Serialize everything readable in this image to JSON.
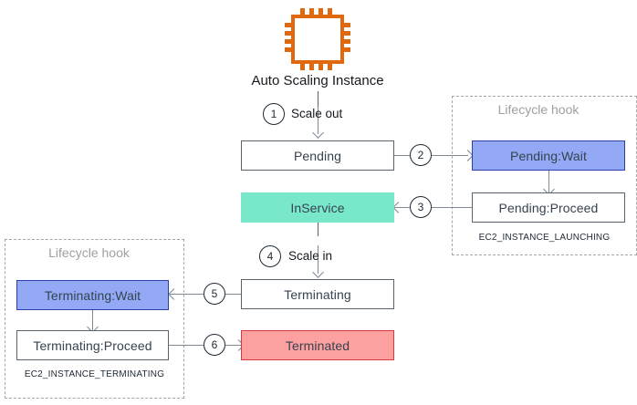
{
  "diagram": {
    "title": "Auto Scaling Instance",
    "icon": "chip-icon",
    "accent_color": "#e0690f",
    "colors": {
      "wait_blue": "#93a9f5",
      "inservice_teal": "#79e8ca",
      "terminated_red": "#fca0a0",
      "plain_border": "#59636d",
      "hook_border": "#a6a6a6",
      "hook_title": "#a0a0a0",
      "connector": "#7f8a94"
    }
  },
  "states": {
    "pending": "Pending",
    "inservice": "InService",
    "terminating": "Terminating",
    "terminated": "Terminated",
    "pending_wait": "Pending:Wait",
    "pending_proceed": "Pending:Proceed",
    "terminating_wait": "Terminating:Wait",
    "terminating_proceed": "Terminating:Proceed"
  },
  "hooks": {
    "launching": {
      "title": "Lifecycle hook",
      "caption": "EC2_INSTANCE_LAUNCHING"
    },
    "terminating": {
      "title": "Lifecycle hook",
      "caption": "EC2_INSTANCE_TERMINATING"
    }
  },
  "transitions": {
    "scale_out": "Scale out",
    "scale_in": "Scale in"
  },
  "steps": {
    "s1": "1",
    "s2": "2",
    "s3": "3",
    "s4": "4",
    "s5": "5",
    "s6": "6"
  }
}
